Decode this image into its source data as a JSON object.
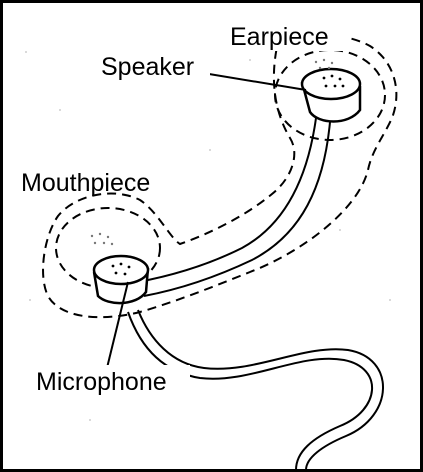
{
  "diagram": {
    "labels": {
      "earpiece": "Earpiece",
      "speaker": "Speaker",
      "mouthpiece": "Mouthpiece",
      "microphone": "Microphone"
    }
  }
}
